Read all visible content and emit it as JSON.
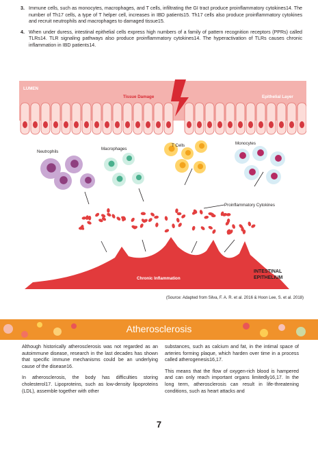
{
  "list": [
    {
      "number": "3.",
      "text": "Immune cells, such as monocytes, macrophages, and T cells, infiltrating the GI tract produce proinflammatory cytokines14. The number of Th17 cells, a type of T helper cell, increases in IBD patients15. Th17 cells also produce proinflammatory cytokines and recruit neutrophils and macrophages to damaged tissue15."
    },
    {
      "number": "4.",
      "text": "When under duress, intestinal epithelial cells express high numbers of a family of pattern recognition receptors (PPRs) called TLRs14. TLR signaling pathways also produce proinflammatory cytokines14. The hyperactivation of TLRs causes chronic inflammation in IBD patients14."
    }
  ],
  "figure": {
    "lumen": "LUMEN",
    "tissue_damage": "Tissue Damage",
    "epithelial_layer": "Epithelial Layer",
    "neutrophils": "Neutrophils",
    "macrophages": "Macrophages",
    "t_cells": "T Cells",
    "monocytes": "Monocytes",
    "cytokines": "Proinflammatory Cytokines",
    "chronic_inflammation": "Chronic Inflammation",
    "intestinal_epithelium_1": "INTESTINAL",
    "intestinal_epithelium_2": "EPITHELIUM",
    "source": "(Source: Adapted from Silva, F. A. R. et al. 2016 & Hoon Lee, S. et al. 2018)"
  },
  "colors": {
    "membrane": "#f4b2ae",
    "cell_fill": "#fcdcd8",
    "cell_stroke": "#e36f6b",
    "nucleus": "#d63940",
    "banner": "#f0922b"
  },
  "banner": {
    "title": "Atherosclerosis"
  },
  "body": {
    "left": [
      "Although historically atherosclerosis was not regarded as an autoimmune disease, research in the last decades has shown that specific immune mechanisms could be an underlying cause of the disease16.",
      "In atherosclerosis, the body has difficulties storing cholesterol17. Lipoproteins, such as low-density lipoproteins (LDL), assemble together with other"
    ],
    "right": [
      "substances, such as calcium and fat, in the intimal space of arteries forming plaque, which harden over time in a process called atherogenesis16,17.",
      "This means that the flow of oxygen-rich blood is hampered and can only reach important organs limitedly16,17. In the long term, atherosclerosis can result in life-threatening conditions, such as heart attacks and"
    ]
  },
  "page_number": "7"
}
